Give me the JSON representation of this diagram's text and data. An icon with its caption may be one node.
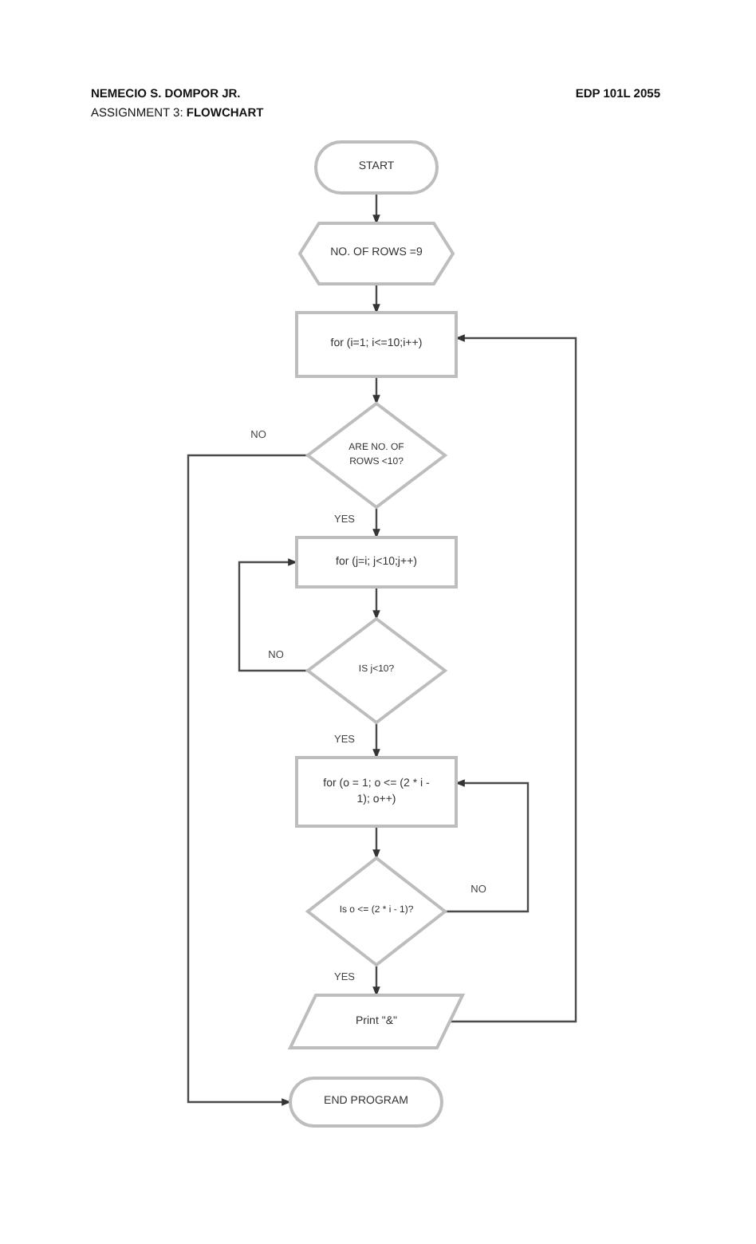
{
  "diagram": {
    "nodes": [
      {
        "text": [
          "START"
        ]
      },
      {
        "text": [
          "NO. OF ROWS =9"
        ]
      },
      {
        "text": [
          "for (i=1; i<=10;i++)"
        ]
      },
      {
        "text": [
          "ARE NO. OF ROWS <10?"
        ]
      },
      {
        "text": [
          "for (j=i; j<10;j++)"
        ]
      },
      {
        "text": [
          "IS j<10?"
        ]
      },
      {
        "text": [
          "for (o = 1; o <= (2 * i - 1); o++)"
        ]
      },
      {
        "text": [
          "Is o <= (2 * i - 1)?"
        ]
      },
      {
        "text": [
          "Print \"&\""
        ]
      },
      {
        "text": [
          "END PROGRAM"
        ]
      }
    ],
    "edges": [
      {
        "from": 0,
        "to": 1,
        "arrow": "to"
      },
      {
        "from": 1,
        "to": 2,
        "arrow": "to"
      },
      {
        "from": 2,
        "to": 3,
        "arrow": "to"
      },
      {
        "from": 3,
        "to": 4,
        "arrow": "to",
        "label": "YES"
      },
      {
        "from": 3,
        "to": 9,
        "arrow": "to",
        "label": "NO"
      },
      {
        "from": 4,
        "to": 5,
        "arrow": "to"
      },
      {
        "from": 5,
        "to": 4,
        "arrow": "to",
        "label": "NO"
      },
      {
        "from": 5,
        "to": 6,
        "arrow": "to",
        "label": "YES"
      },
      {
        "from": 6,
        "to": 7,
        "arrow": "to"
      },
      {
        "from": 7,
        "to": 6,
        "arrow": "to",
        "label": "NO"
      },
      {
        "from": 7,
        "to": 8,
        "arrow": "to",
        "label": "YES"
      },
      {
        "from": 8,
        "to": 2,
        "arrow": "to"
      }
    ],
    "labels": [
      "NEMECIO S. DOMPOR JR.",
      "ASSIGNMENT 3: **FLOWCHART**",
      "EDP 101L 2055"
    ]
  }
}
